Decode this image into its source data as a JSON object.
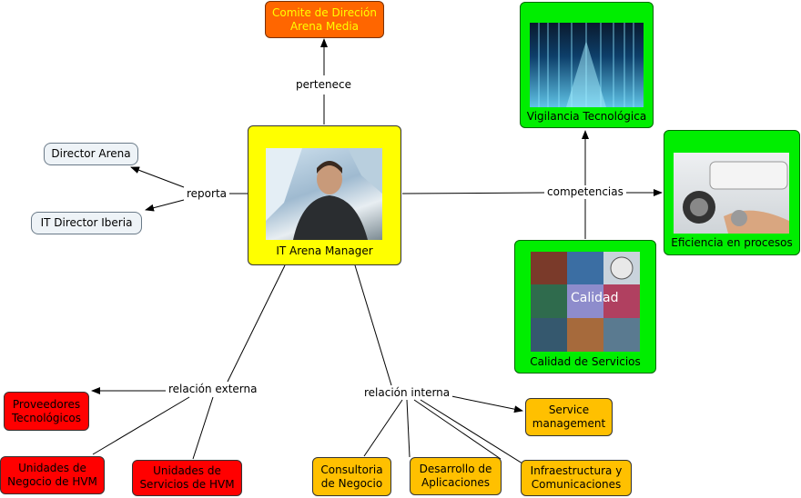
{
  "center": {
    "label": "IT Arena Manager"
  },
  "top": {
    "label": "Comite de Direción Arena Media",
    "edge": "pertenece",
    "color": "#ffff00"
  },
  "reports": {
    "edge": "reporta",
    "items": [
      "Director Arena",
      "IT Director Iberia"
    ]
  },
  "competencias": {
    "edge": "competencias",
    "vigilancia": "Vigilancia Tecnológica",
    "eficiencia": "Eficiencia en procesos",
    "calidad": "Calidad de Servicios",
    "calidad_overlay": "Calidad"
  },
  "externa": {
    "edge": "relación externa",
    "items": [
      "Proveedores Tecnológicos",
      "Unidades de Negocio de HVM",
      "Unidades de Servicios de HVM"
    ]
  },
  "interna": {
    "edge": "relación interna",
    "items": [
      "Service management",
      "Consultoria de Negocio",
      "Desarrollo de Aplicaciones",
      "Infraestructura y Comunicaciones"
    ]
  },
  "colors": {
    "center": "#ffff00",
    "green": "#00ee00",
    "red": "#ff0000",
    "orange": "#ffc000",
    "top": "#ff6600"
  }
}
